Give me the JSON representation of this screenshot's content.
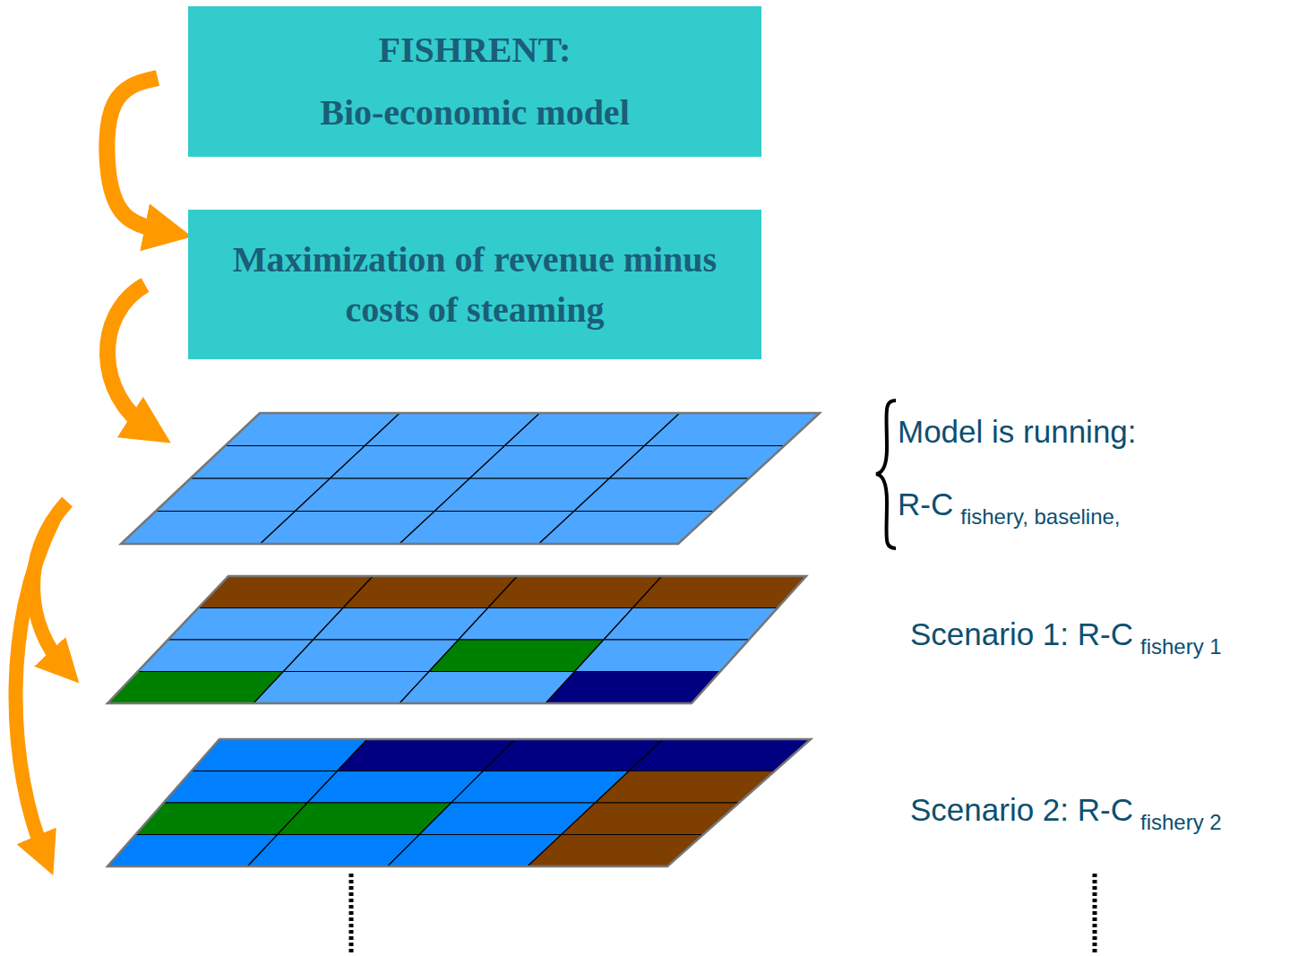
{
  "diagram": {
    "nodes": [
      {
        "text": [
          "FISHRENT:",
          "Bio-economic model"
        ]
      },
      {
        "text": [
          "Maximization of revenue minus costs of steaming"
        ]
      }
    ],
    "edges": [
      {
        "from": 0,
        "to": 1,
        "arrow": "to"
      }
    ],
    "labels": [
      "Model is running:",
      "R-C",
      "fishery, baseline,",
      "Scenario 1: R-C",
      "fishery 1",
      "Scenario 2: R-C",
      "fishery 2"
    ]
  }
}
